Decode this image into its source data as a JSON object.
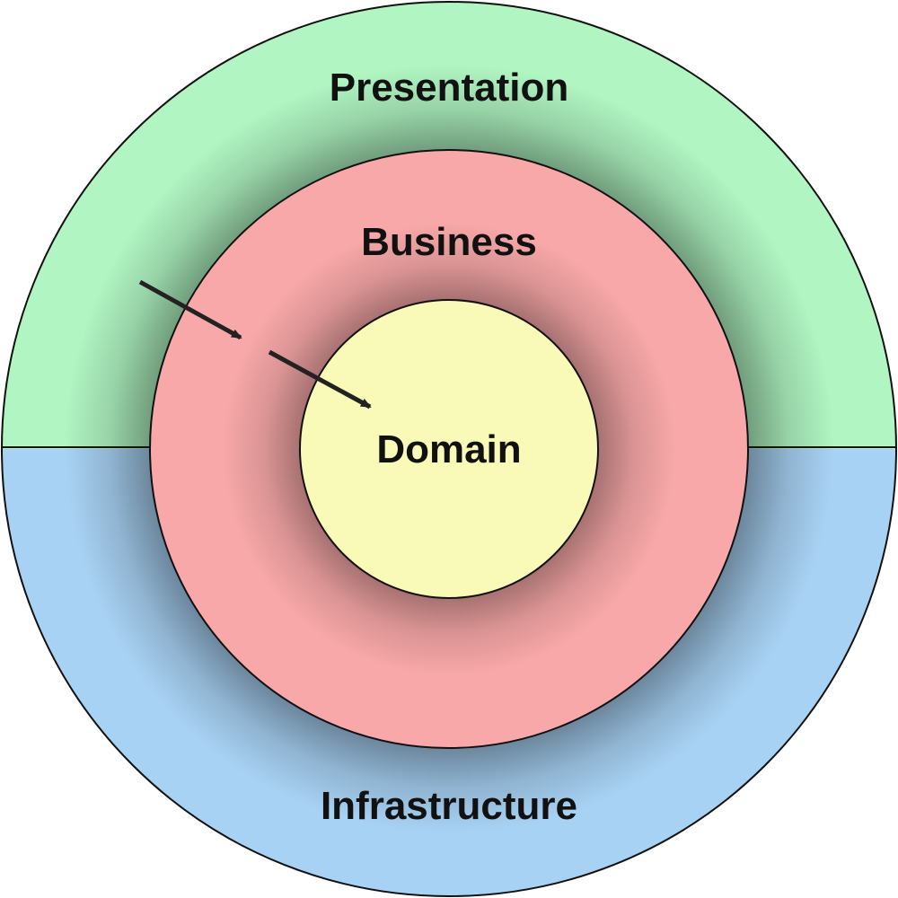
{
  "diagram": {
    "layers": {
      "presentation": {
        "label": "Presentation",
        "color": "#b0f5c2"
      },
      "infrastructure": {
        "label": "Infrastructure",
        "color": "#a8d2f4"
      },
      "business": {
        "label": "Business",
        "color": "#f8a8a8"
      },
      "domain": {
        "label": "Domain",
        "color": "#fafab8"
      }
    },
    "outline_color": "#111111",
    "arrow_color": "#222222",
    "arrows": [
      {
        "from": "presentation",
        "to": "business"
      },
      {
        "from": "business",
        "to": "domain"
      }
    ]
  }
}
